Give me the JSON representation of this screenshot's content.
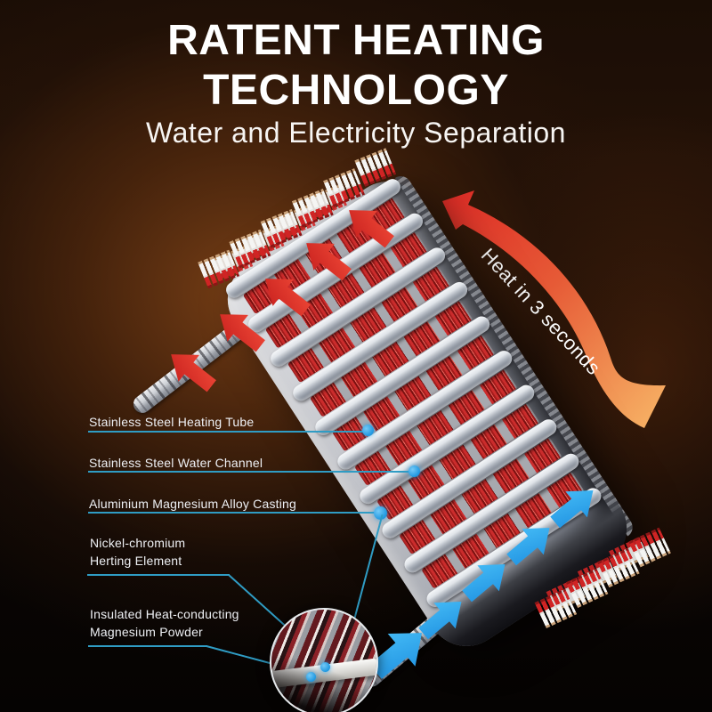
{
  "header": {
    "title_line1": "RATENT HEATING",
    "title_line2": "TECHNOLOGY",
    "subtitle": "Water and Electricity Separation"
  },
  "diagram": {
    "heat_note": "Heat in 3 seconds",
    "callouts": [
      {
        "id": "heating-tube",
        "lines": [
          "Stainless Steel Heating Tube"
        ]
      },
      {
        "id": "water-channel",
        "lines": [
          "Stainless Steel Water Channel"
        ]
      },
      {
        "id": "alloy-casting",
        "lines": [
          "Aluminium Magnesium Alloy Casting"
        ]
      },
      {
        "id": "heating-element",
        "lines": [
          "Nickel-chromium",
          "Herting Element"
        ]
      },
      {
        "id": "magnesium-powder",
        "lines": [
          "Insulated Heat-conducting",
          "Magnesium Powder"
        ]
      }
    ],
    "icons": [
      "hot-flow-arrow-icon",
      "cold-flow-arrow-icon",
      "heat-swoosh-arrow-icon",
      "cross-section-magnifier"
    ],
    "colors": {
      "hot_flow_arrow": "#e5302a",
      "cold_flow_arrow": "#2aa7ef",
      "leader_line": "#2f9cc4",
      "callout_dot": "#2aa3e9",
      "swoosh_head": "#df2e27",
      "swoosh_tail": "#f6ad62",
      "background_glow": "#6e3a14",
      "title_text": "#ffffff",
      "label_text": "#eef0f4"
    }
  }
}
